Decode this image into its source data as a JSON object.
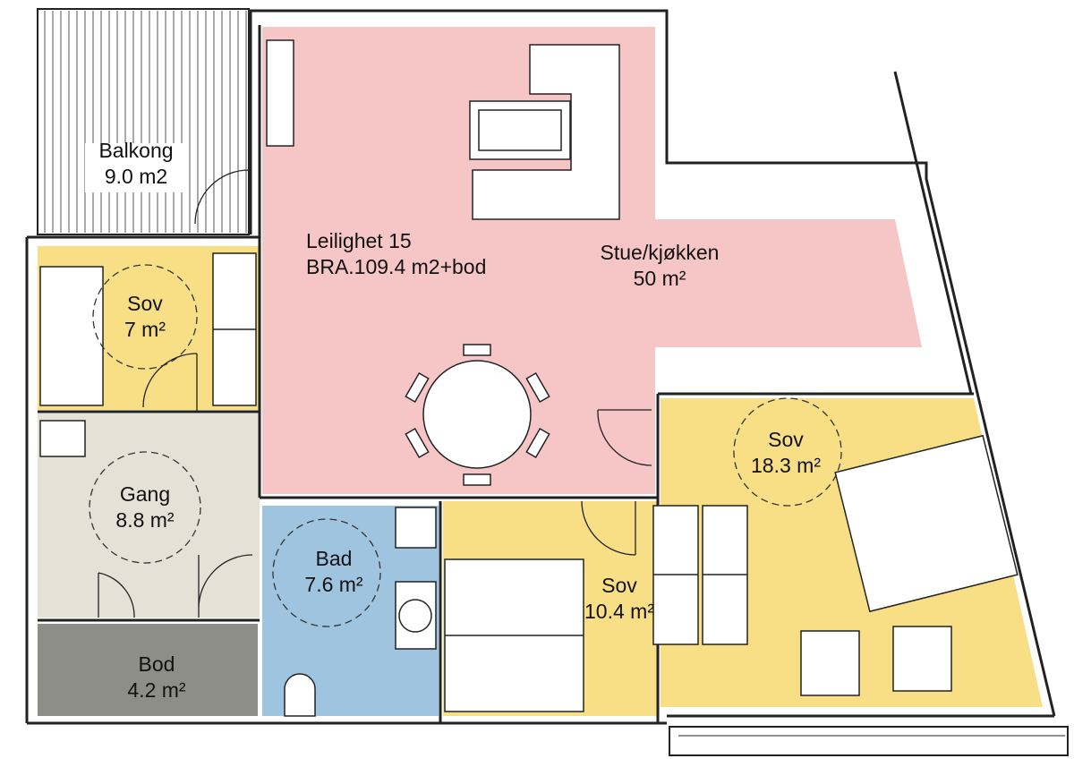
{
  "apartment": {
    "name": "Leilighet 15",
    "area": "BRA.109.4 m2+bod"
  },
  "rooms": [
    {
      "id": "balkong",
      "name": "Balkong",
      "area": "9.0 m2",
      "color": "#ffffff"
    },
    {
      "id": "stue",
      "name": "Stue/kjøkken",
      "area": "50 m²",
      "color": "#f6c6c6"
    },
    {
      "id": "sov1",
      "name": "Sov",
      "area": "7 m²",
      "color": "#f8df85"
    },
    {
      "id": "gang",
      "name": "Gang",
      "area": "8.8 m²",
      "color": "#e5e1d7"
    },
    {
      "id": "bad",
      "name": "Bad",
      "area": "7.6 m²",
      "color": "#9fc4e0"
    },
    {
      "id": "bod",
      "name": "Bod",
      "area": "4.2 m²",
      "color": "#8e8e89"
    },
    {
      "id": "sov2",
      "name": "Sov",
      "area": "10.4 m²",
      "color": "#f8df85"
    },
    {
      "id": "sov3",
      "name": "Sov",
      "area": "18.3 m²",
      "color": "#f8df85"
    }
  ]
}
